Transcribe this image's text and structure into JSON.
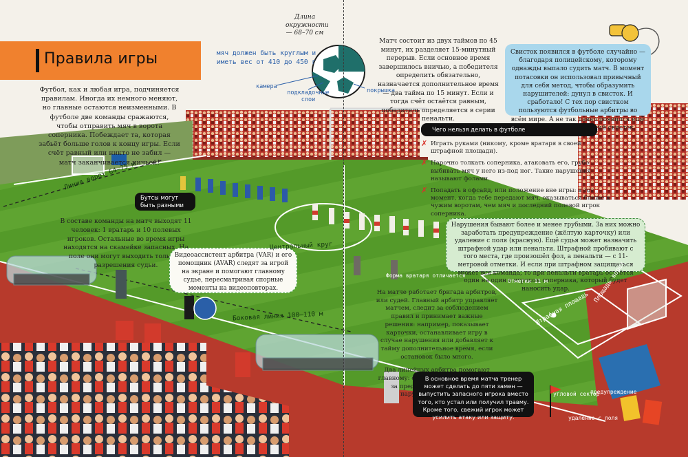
{
  "title": "Правила игры",
  "intro": "Футбол, как и любая игра, подчиняется правилам. Иногда их немного меняют, но главные остаются неизменными. В футболе две команды сражаются, чтобы отправить мяч в ворота соперника. Побеждает та, которая забьёт больше голов к концу игры. Если счёт равный или никто не забил — матч заканчивается ничьей!",
  "ball": {
    "requirement": "мяч должен быть круглым и иметь вес от 410 до 450 г",
    "circumference": "Длина окружности — 68–70 см",
    "camera": "камера",
    "bladder": "подкладочные слои",
    "cover": "покрышка"
  },
  "match_text": "Матч состоит из двух таймов по 45 минут, их разделяет 15-минутный перерыв. Если основное время завершилось вничью, а победителя определить обязательно, назначается дополнительное время — два тайма по 15 минут. Если и тогда счёт остаётся равным, победитель определяется в серии пенальти.",
  "whistle_text": "Свисток появился в футболе случайно — благодаря полицейскому, которому однажды выпало судить матч. В момент потасовки он использовал привычный для себя метод, чтобы образумить нарушителей: дунул в свисток. И сработало! С тех пор свистком пользуются футбольные арбитры во всём мире. А не так давно появился ещё и электронный судейский свисток.",
  "forbidden": {
    "title": "Чего нельзя делать в футболе",
    "items": [
      "Играть руками (никому, кроме вратаря в своей штрафной площади).",
      "Нарочно толкать соперника, атаковать его, грубо выбивать мяч у него из-под ног. Такие нарушения называют фолами.",
      "Попадать в офсайд, или положение вне игры: в тот момент, когда тебе передают мяч, оказываться ближе к чужим воротам, чем мяч и последний полевой игрок соперника."
    ]
  },
  "boots_note": "Бутсы могут быть разными",
  "team_text": "В составе команды на матч выходят 11 человек: 1 вратарь и 10 полевых игроков. Остальные во время игры находятся на скамейке запасных. На поле они могут выходить только с разрешения судьи.",
  "var_text": "Видеоассистент арбитра (VAR) и его помощник (AVAR) следят за игрой на экране и помогают главному судье, пересматривая спорные моменты на видеоповторах.",
  "fouls_text": "Нарушения бывают более и менее грубыми. За них можно заработать предупреждение (жёлтую карточку) или удаление с поля (красную). Ещё судья может назначить штрафной удар или пенальти. Штрафной пробивают с того места, где произошёл фол, а пенальти — с 11-метровой отметки. И если при штрафном защищаться может вся команда, то при пенальти вратарь остаётся один на один с игроком соперника, который будет наносить удар.",
  "referee_text": [
    "На матче работает бригада арбитров, или судей. Главный арбитр управляет матчем, следит за соблюдением правил и принимает важные решения: например, показывает карточки, останавливает игру в случае нарушения или добавляет к тайму дополнительное время, если остановок было много.",
    "Два линейных арбитра помогают главному: смотрят, не вышел ли мяч за пределы поля, фиксируют нарушения и офсайды."
  ],
  "coach_text": "В основное время матча тренер может сделать до пяти замен — выпустить запасного игрока вместо того, кто устал или получил травму. Кроме того, свежий игрок может усилить атаку или защиту.",
  "field_labels": {
    "goal_line": "Линия ворот 64–75 м",
    "center_circle": "Центральный круг",
    "side_line": "Боковая линия 100–110 м",
    "keeper_kit": "Форма вратаря отличается",
    "marks": "Отметки 11 м",
    "penalty_area": "Штрафная площадь",
    "goal_area": "Площадь ворот",
    "corner": "угловой сектор",
    "warning": "предупреждение",
    "sendoff": "удаление с поля"
  },
  "colors": {
    "title_bar": "#f0812e",
    "pitch": "#5a9a2e",
    "whistle_box": "#a9d7ec",
    "fouls_box": "#d6ecd0",
    "forbid_mark": "#d8332b",
    "yellow_card": "#f2c22b",
    "red_card": "#e64525"
  }
}
